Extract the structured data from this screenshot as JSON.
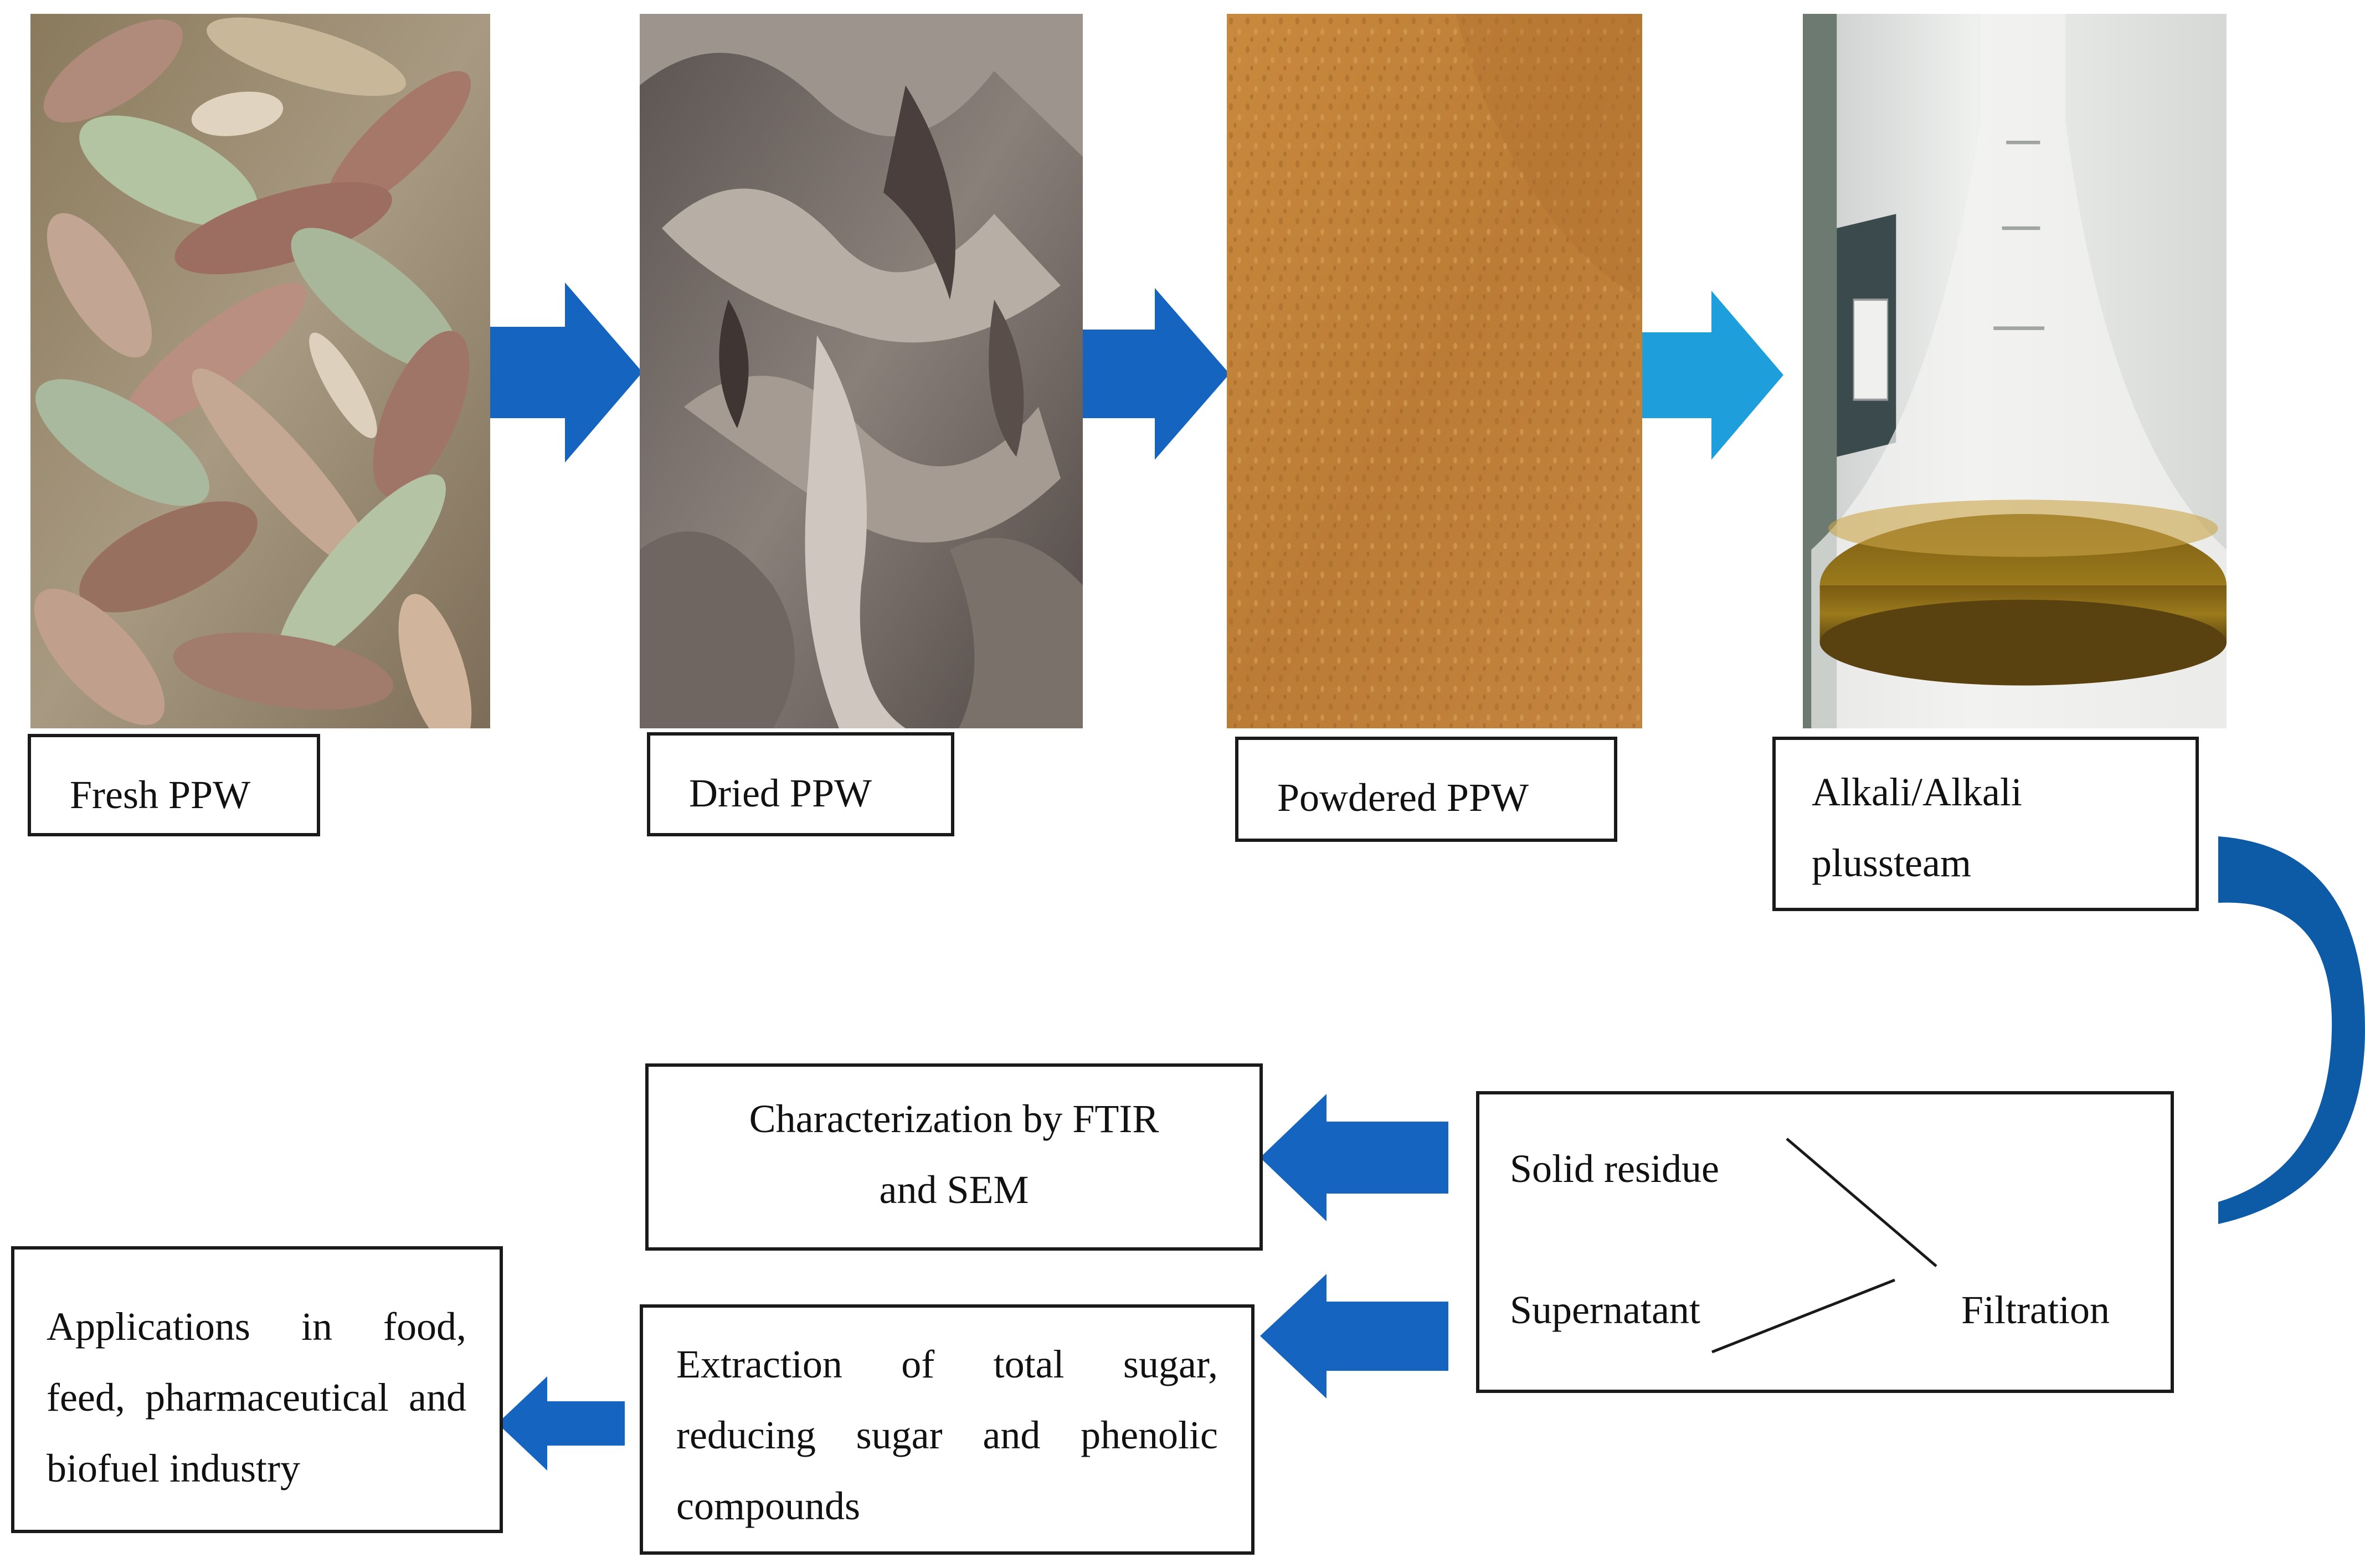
{
  "stages": {
    "fresh": {
      "label": "Fresh PPW"
    },
    "dried": {
      "label": "Dried PPW"
    },
    "powdered": {
      "label": "Powdered PPW"
    },
    "alkali": {
      "line1": "Alkali/Alkali",
      "line2": "plussteam"
    }
  },
  "filtration_box": {
    "solid": "Solid residue",
    "supernatant": "Supernatant",
    "filtration": "Filtration"
  },
  "outputs": {
    "characterization": {
      "line1": "Characterization by FTIR",
      "line2": "and SEM"
    },
    "extraction": {
      "text": "Extraction of total sugar, reducing sugar and phenolic compounds"
    },
    "applications": {
      "text": "Applications in food, feed, pharmaceutical and biofuel industry"
    }
  },
  "colors": {
    "arrow_dark": "#1565c0",
    "arrow_light": "#1e9fdb",
    "curve_arrow": "#0d5aa7",
    "box_border": "#1a1a1a",
    "powder": "#c98a3e"
  }
}
